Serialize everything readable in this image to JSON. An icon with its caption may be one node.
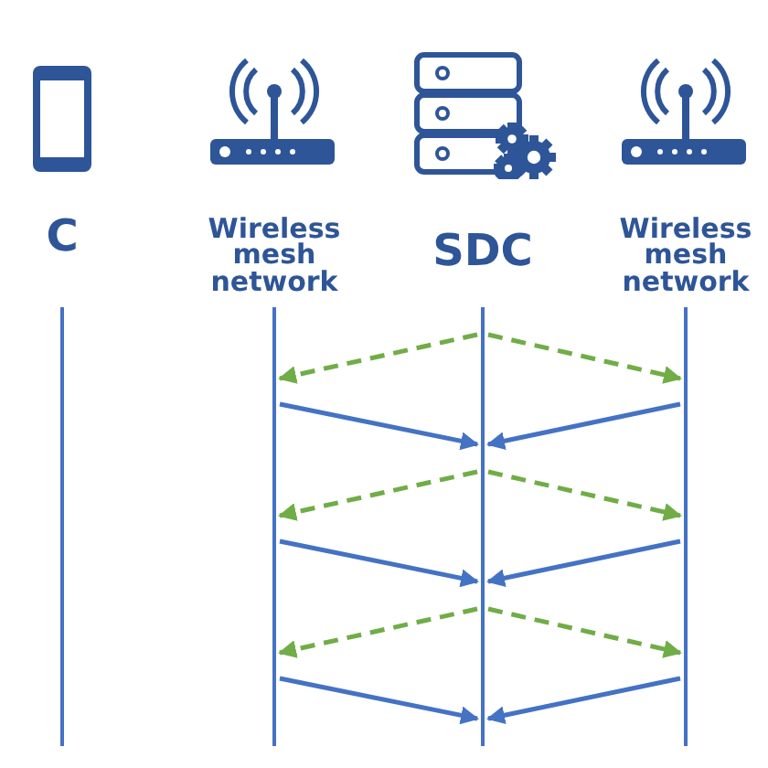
{
  "diagram": {
    "nodes": [
      {
        "text": [
          "C"
        ]
      },
      {
        "text": [
          "Wireless mesh network"
        ]
      },
      {
        "text": [
          "SDC"
        ]
      },
      {
        "text": [
          "Wireless mesh network"
        ]
      }
    ],
    "edges": [
      {
        "from": 2,
        "to": 1,
        "arrow": "to",
        "style": "dashed",
        "color": "#70ad47"
      },
      {
        "from": 2,
        "to": 3,
        "arrow": "to",
        "style": "dashed",
        "color": "#70ad47"
      },
      {
        "from": 1,
        "to": 2,
        "arrow": "to",
        "color": "#4472c4"
      },
      {
        "from": 3,
        "to": 2,
        "arrow": "to",
        "color": "#4472c4"
      },
      {
        "from": 2,
        "to": 1,
        "arrow": "to",
        "style": "dashed",
        "color": "#70ad47"
      },
      {
        "from": 2,
        "to": 3,
        "arrow": "to",
        "style": "dashed",
        "color": "#70ad47"
      },
      {
        "from": 1,
        "to": 2,
        "arrow": "to",
        "color": "#4472c4"
      },
      {
        "from": 3,
        "to": 2,
        "arrow": "to",
        "color": "#4472c4"
      },
      {
        "from": 2,
        "to": 1,
        "arrow": "to",
        "style": "dashed",
        "color": "#70ad47"
      },
      {
        "from": 2,
        "to": 3,
        "arrow": "to",
        "style": "dashed",
        "color": "#70ad47"
      },
      {
        "from": 1,
        "to": 2,
        "arrow": "to",
        "color": "#4472c4"
      },
      {
        "from": 3,
        "to": 2,
        "arrow": "to",
        "color": "#4472c4"
      }
    ]
  }
}
